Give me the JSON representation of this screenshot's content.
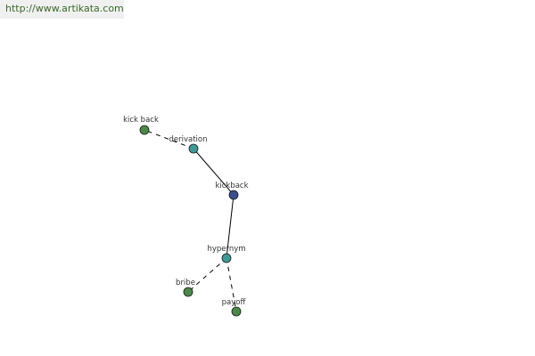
{
  "banner": {
    "url": "http://www.artikata.com"
  },
  "graph": {
    "nodes": [
      {
        "id": "kickback",
        "label": "kickback",
        "color": "#3b4f8f"
      },
      {
        "id": "derivation",
        "label": "derivation",
        "color": "#3f9a96"
      },
      {
        "id": "kick-back",
        "label": "kick back",
        "color": "#4a8a48"
      },
      {
        "id": "hypernym",
        "label": "hypernym",
        "color": "#3f9a96"
      },
      {
        "id": "bribe",
        "label": "bribe",
        "color": "#4a8a48"
      },
      {
        "id": "payoff",
        "label": "payoff",
        "color": "#4a8a48"
      }
    ],
    "edges": [
      {
        "from": "kickback",
        "to": "derivation",
        "style": "solid"
      },
      {
        "from": "derivation",
        "to": "kick-back",
        "style": "dashed"
      },
      {
        "from": "kickback",
        "to": "hypernym",
        "style": "solid"
      },
      {
        "from": "hypernym",
        "to": "bribe",
        "style": "dashed"
      },
      {
        "from": "hypernym",
        "to": "payoff",
        "style": "dashed"
      }
    ]
  }
}
